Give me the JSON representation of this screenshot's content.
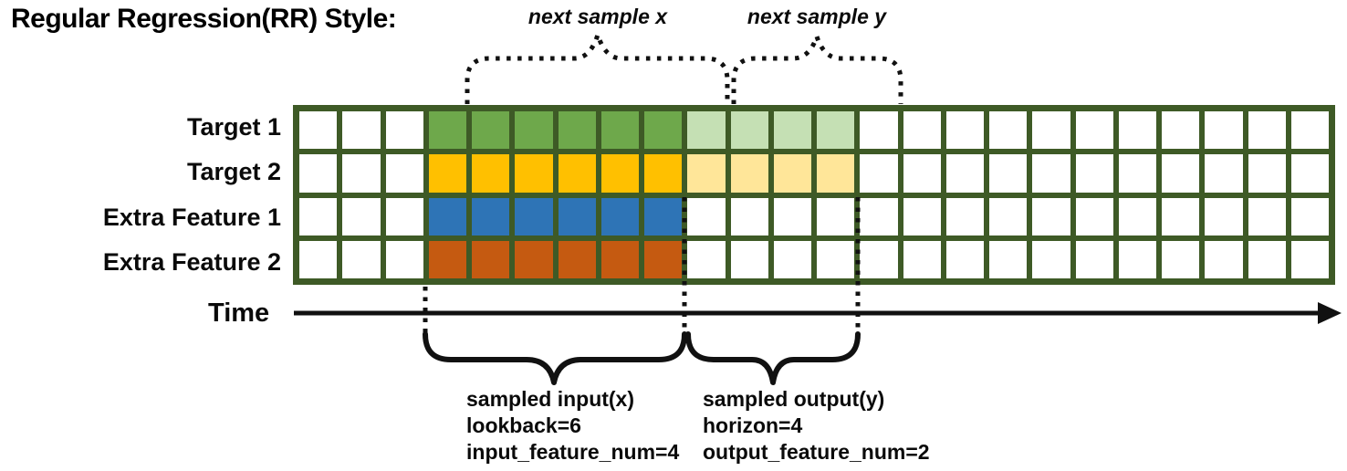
{
  "title": "Regular Regression(RR) Style:",
  "annotations": {
    "next_sample_x": "next sample x",
    "next_sample_y": "next sample y"
  },
  "grid": {
    "columns": 24,
    "input_range": {
      "start": 3,
      "length": 6
    },
    "output_range": {
      "start": 9,
      "length": 4
    },
    "border_color": "#3E5A26",
    "empty_color": "#FFFFFF",
    "rows": [
      {
        "label": "Target 1",
        "input_color": "#6EA84B",
        "output_color": "#C5E0B4"
      },
      {
        "label": "Target 2",
        "input_color": "#FFC000",
        "output_color": "#FFE699"
      },
      {
        "label": "Extra Feature 1",
        "input_color": "#2E74B6",
        "output_color": "#FFFFFF"
      },
      {
        "label": "Extra Feature 2",
        "input_color": "#C55A11",
        "output_color": "#FFFFFF"
      }
    ]
  },
  "time_axis": {
    "label": "Time"
  },
  "captions": {
    "input": {
      "lines": [
        "sampled input(x)",
        "lookback=6",
        "input_feature_num=4"
      ]
    },
    "output": {
      "lines": [
        "sampled output(y)",
        "horizon=4",
        "output_feature_num=2"
      ]
    }
  },
  "line_color": "#111111"
}
